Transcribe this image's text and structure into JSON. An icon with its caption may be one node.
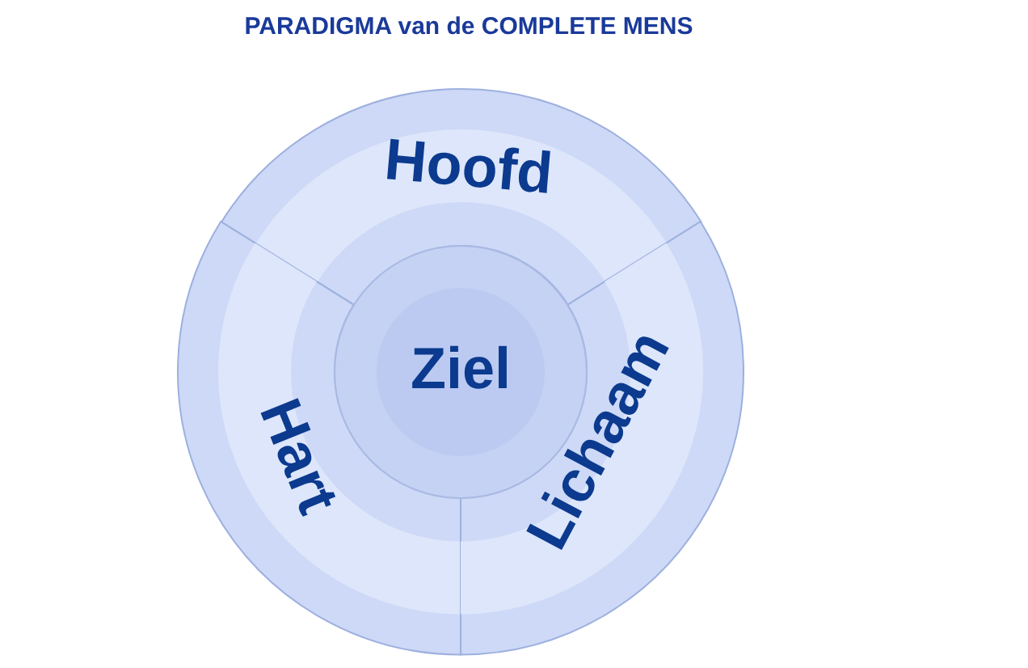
{
  "diagram": {
    "title": "PARADIGMA van de COMPLETE MENS",
    "nodes": [
      {
        "text": [
          "Hoofd"
        ]
      },
      {
        "text": [
          "Hart"
        ]
      },
      {
        "text": [
          "Lichaam"
        ]
      },
      {
        "text": [
          "Ziel"
        ]
      }
    ]
  }
}
